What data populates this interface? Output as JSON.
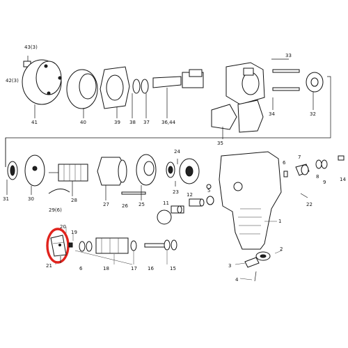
{
  "labels": {
    "p43": "43(3)",
    "p42": "42(3)",
    "p41": "41",
    "p40": "40",
    "p39": "39",
    "p38": "38",
    "p37": "37",
    "p36": "36,44",
    "p33": "33",
    "p34": "34",
    "p32": "32",
    "p35": "35",
    "p31": "31",
    "p30": "30",
    "p29": "29(6)",
    "p28": "28",
    "p27": "27",
    "p26": "26",
    "p25": "25",
    "p24": "24",
    "p23": "23",
    "p22": "22",
    "p5": "5",
    "p12": "12",
    "p11": "11",
    "p6": "6",
    "p7": "7",
    "p8": "8",
    "p9": "9",
    "p14": "14",
    "p1": "1",
    "p20": "20",
    "p19": "19",
    "p21": "21",
    "p6b": "6",
    "p18": "18",
    "p17": "17",
    "p16": "16",
    "p15": "15",
    "p2": "2",
    "p3": "3",
    "p4": "4"
  },
  "highlight_color": "#e0231d"
}
